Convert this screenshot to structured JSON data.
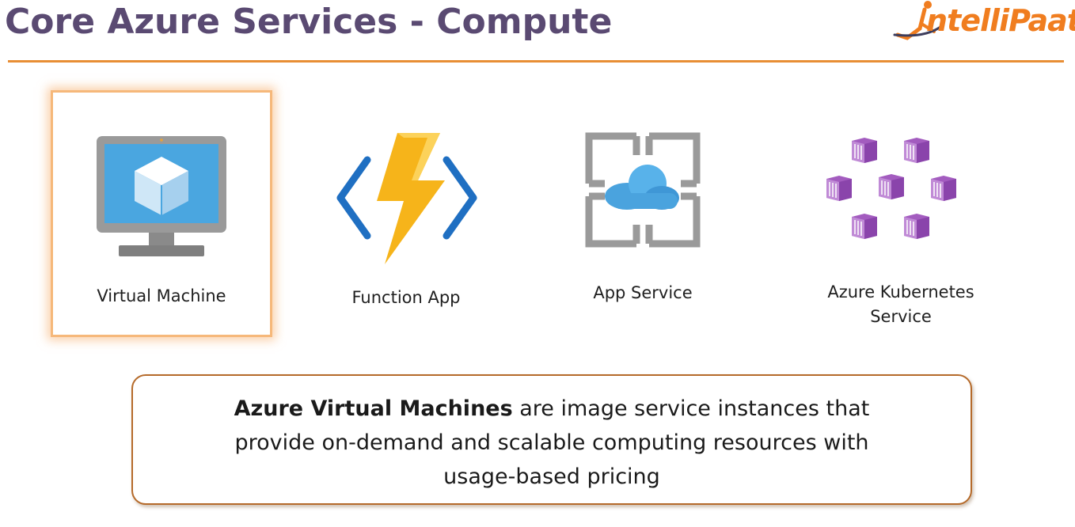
{
  "slide": {
    "title": "Core Azure Services - Compute",
    "logo_text": "ntelliPaat",
    "accent_color": "#e88e35",
    "title_color": "#5a4a72"
  },
  "services": [
    {
      "label": "Virtual Machine",
      "icon": "virtual-machine-icon",
      "highlighted": true
    },
    {
      "label": "Function App",
      "icon": "function-app-icon",
      "highlighted": false
    },
    {
      "label": "App Service",
      "icon": "app-service-icon",
      "highlighted": false
    },
    {
      "label_line1": "Azure Kubernetes",
      "label_line2": "Service",
      "icon": "kubernetes-service-icon",
      "highlighted": false
    }
  ],
  "description": {
    "bold": "Azure Virtual Machines",
    "rest_line1": " are image service instances that",
    "line2": "provide on-demand and scalable computing resources with",
    "line3": "usage-based pricing"
  }
}
